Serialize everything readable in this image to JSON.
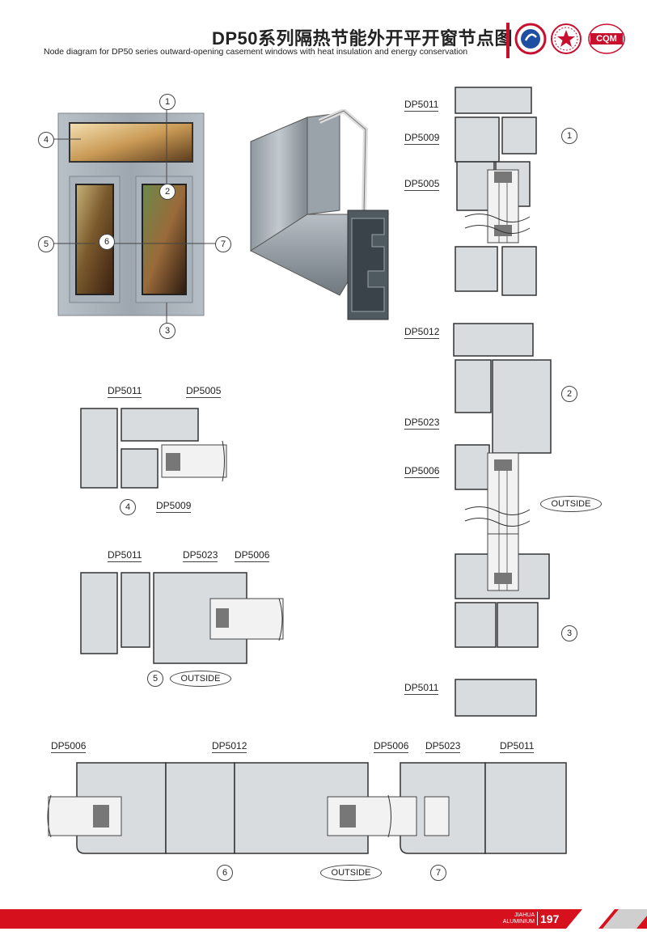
{
  "header": {
    "title_zh": "DP50系列隔热节能外开平开窗节点图",
    "title_en": "Node diagram for DP50 series outward-opening casement windows with heat insulation and energy conservation",
    "logos": [
      "gb-circle-logo",
      "certification-seal-logo",
      "cqm-certification-logo"
    ],
    "cqm_text": "CQM"
  },
  "window_callouts": [
    "1",
    "2",
    "3",
    "4",
    "5",
    "6",
    "7"
  ],
  "vertical_section": {
    "labels": [
      "DP5011",
      "DP5009",
      "DP5005",
      "DP5012",
      "DP5023",
      "DP5006",
      "DP5011"
    ],
    "callouts": [
      "1",
      "2",
      "3"
    ],
    "outside": "OUTSIDE"
  },
  "section_4": {
    "labels": [
      "DP5011",
      "DP5005",
      "DP5009"
    ],
    "callout": "4"
  },
  "section_5": {
    "labels": [
      "DP5011",
      "DP5023",
      "DP5006"
    ],
    "callout": "5",
    "outside": "OUTSIDE"
  },
  "section_67": {
    "labels": [
      "DP5006",
      "DP5012",
      "DP5006",
      "DP5023",
      "DP5011"
    ],
    "callouts": [
      "6",
      "7"
    ],
    "outside": "OUTSIDE"
  },
  "footer": {
    "brand_line1": "JIAHUA",
    "brand_line2": "ALUMINIUM",
    "page_number": "197"
  },
  "colors": {
    "accent_red": "#d7101e",
    "profile_fill": "#d9dcdf",
    "frame_gray": "#aab3bb"
  }
}
